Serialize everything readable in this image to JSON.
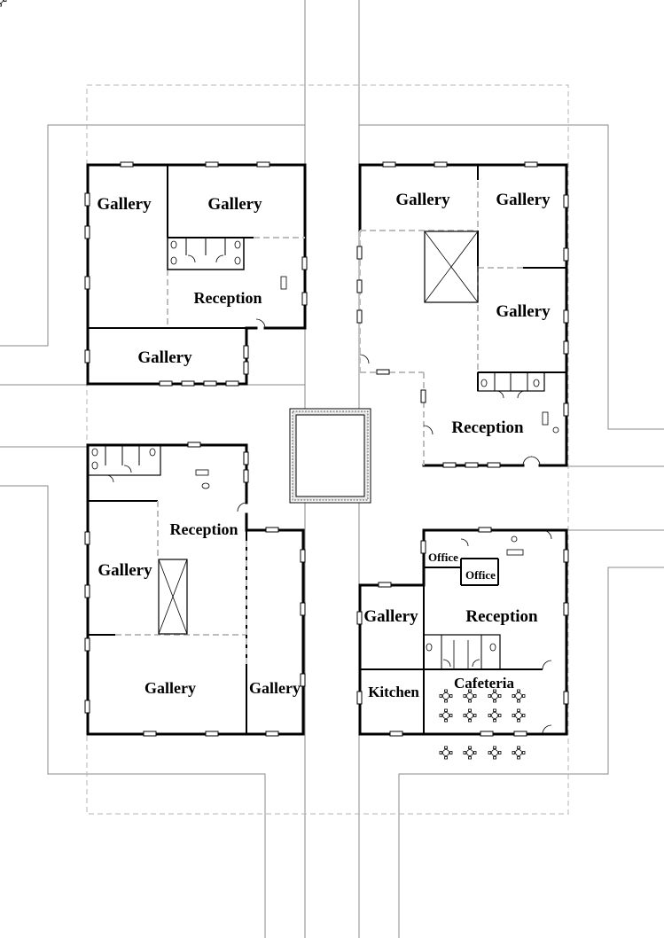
{
  "rooms": {
    "nw_gallery_1": "Gallery",
    "nw_gallery_2": "Gallery",
    "nw_reception": "Reception",
    "nw_gallery_3": "Gallery",
    "ne_gallery_1": "Gallery",
    "ne_gallery_2": "Gallery",
    "ne_gallery_3": "Gallery",
    "ne_reception": "Reception",
    "sw_reception": "Reception",
    "sw_gallery_1": "Gallery",
    "sw_gallery_2": "Gallery",
    "sw_gallery_3": "Gallery",
    "se_office_1": "Office",
    "se_office_2": "Office",
    "se_gallery": "Gallery",
    "se_reception": "Reception",
    "se_kitchen": "Kitchen",
    "se_cafeteria": "Cafeteria"
  }
}
